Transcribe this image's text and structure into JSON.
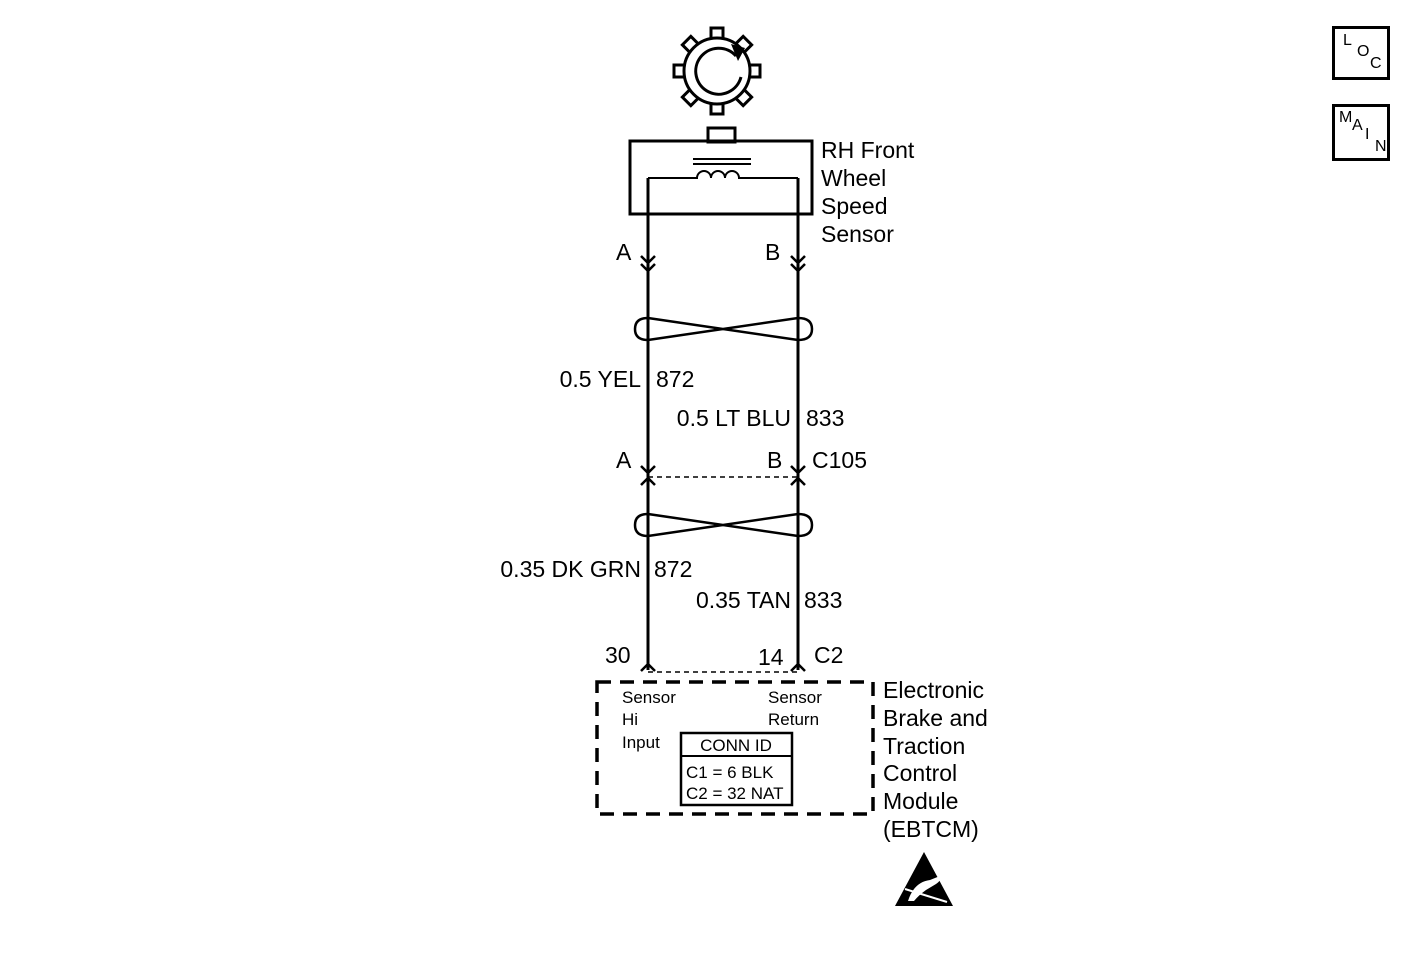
{
  "nav": {
    "loc": [
      "L",
      "O",
      "C"
    ],
    "main": [
      "M",
      "A",
      "I",
      "N"
    ]
  },
  "sensor": {
    "name_lines": [
      "RH Front",
      "Wheel",
      "Speed",
      "Sensor"
    ],
    "terminal_a": "A",
    "terminal_b": "B"
  },
  "wires_upper": {
    "left": {
      "label": "0.5 YEL",
      "circuit": "872"
    },
    "right": {
      "label": "0.5 LT BLU",
      "circuit": "833"
    }
  },
  "connector_c105": {
    "id": "C105",
    "pin_a": "A",
    "pin_b": "B"
  },
  "wires_lower": {
    "left": {
      "label": "0.35 DK GRN",
      "circuit": "872"
    },
    "right": {
      "label": "0.35 TAN",
      "circuit": "833"
    }
  },
  "module_connector": {
    "id": "C2",
    "pin_left": "30",
    "pin_right": "14"
  },
  "module": {
    "name_lines": [
      "Electronic",
      "Brake and",
      "Traction",
      "Control",
      "Module",
      "(EBTCM)"
    ],
    "left_pin_lines": [
      "Sensor",
      "Hi",
      "Input"
    ],
    "right_pin_lines": [
      "Sensor",
      "Return"
    ],
    "conn_id": {
      "title": "CONN ID",
      "rows": [
        "C1 = 6 BLK",
        "C2 = 32 NAT"
      ]
    }
  },
  "icons": {
    "tone_wheel": "tone-wheel-icon",
    "esd": "esd-warning-icon"
  }
}
